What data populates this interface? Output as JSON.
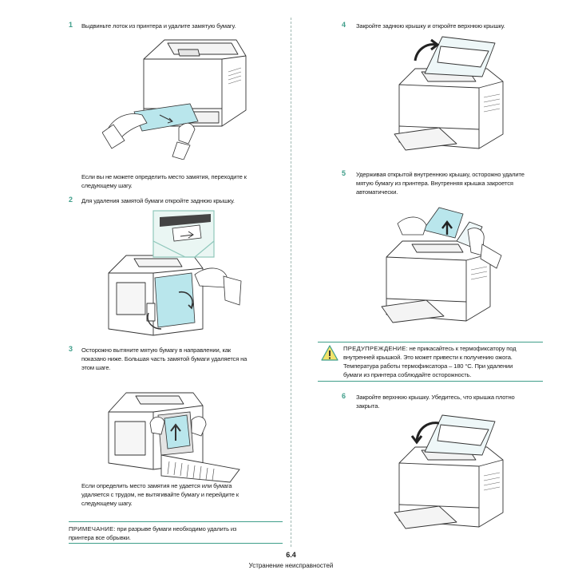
{
  "left": {
    "step1": {
      "num": "1",
      "text": "Выдвиньте лоток из принтера и удалите замятую бумагу."
    },
    "para1": [
      "Если вы не можете определить место замятия, переходите к",
      "следующему шагу."
    ],
    "step2": {
      "num": "2",
      "text": "Для удаления замятой бумаги откройте заднюю крышку."
    },
    "step3": {
      "num": "3",
      "lines": [
        "Осторожно вытяните мятую бумагу в направлении, как",
        "показано ниже. Большая часть замятой бумаги удаляется на",
        "этом шаге."
      ]
    },
    "para3": [
      "Если определить место замятия не удается или бумага",
      "удаляется с трудом, не вытягивайте бумагу и перейдите к",
      "следующему шагу."
    ],
    "note": {
      "label": "Примечание",
      "lines": [
        ": при разрыве бумаги необходимо удалить из",
        "принтера все обрывки."
      ]
    }
  },
  "right": {
    "step4": {
      "num": "4",
      "text": "Закройте заднюю крышку и откройте верхнюю крышку."
    },
    "step5": {
      "num": "5",
      "lines": [
        "Удерживая открытой внутреннюю крышку, осторожно удалите",
        "мятую бумагу из принтера. Внутренняя крышка закроется",
        "автоматически."
      ]
    },
    "warning": {
      "label": "Предупреждение",
      "lines": [
        ": не прикасайтесь к термофиксатору под",
        "внутренней крышкой. Это может привести к получению ожога.",
        "Температура работы термофиксатора – 180 °C. При удалении",
        "бумаги из принтера соблюдайте осторожность."
      ]
    },
    "step6": {
      "num": "6",
      "lines": [
        "Закройте верхнюю крышку. Убедитесь, что крышка плотно",
        "закрыта."
      ]
    }
  },
  "footer": {
    "page_number": "6.4",
    "section_title": "Устранение неисправностей"
  },
  "colors": {
    "accent": "#3f9e8a",
    "paper_cyan": "#b9e6ec",
    "warning_yellow": "#f2e36a"
  },
  "icons": {
    "warning": "warning-triangle-icon"
  }
}
